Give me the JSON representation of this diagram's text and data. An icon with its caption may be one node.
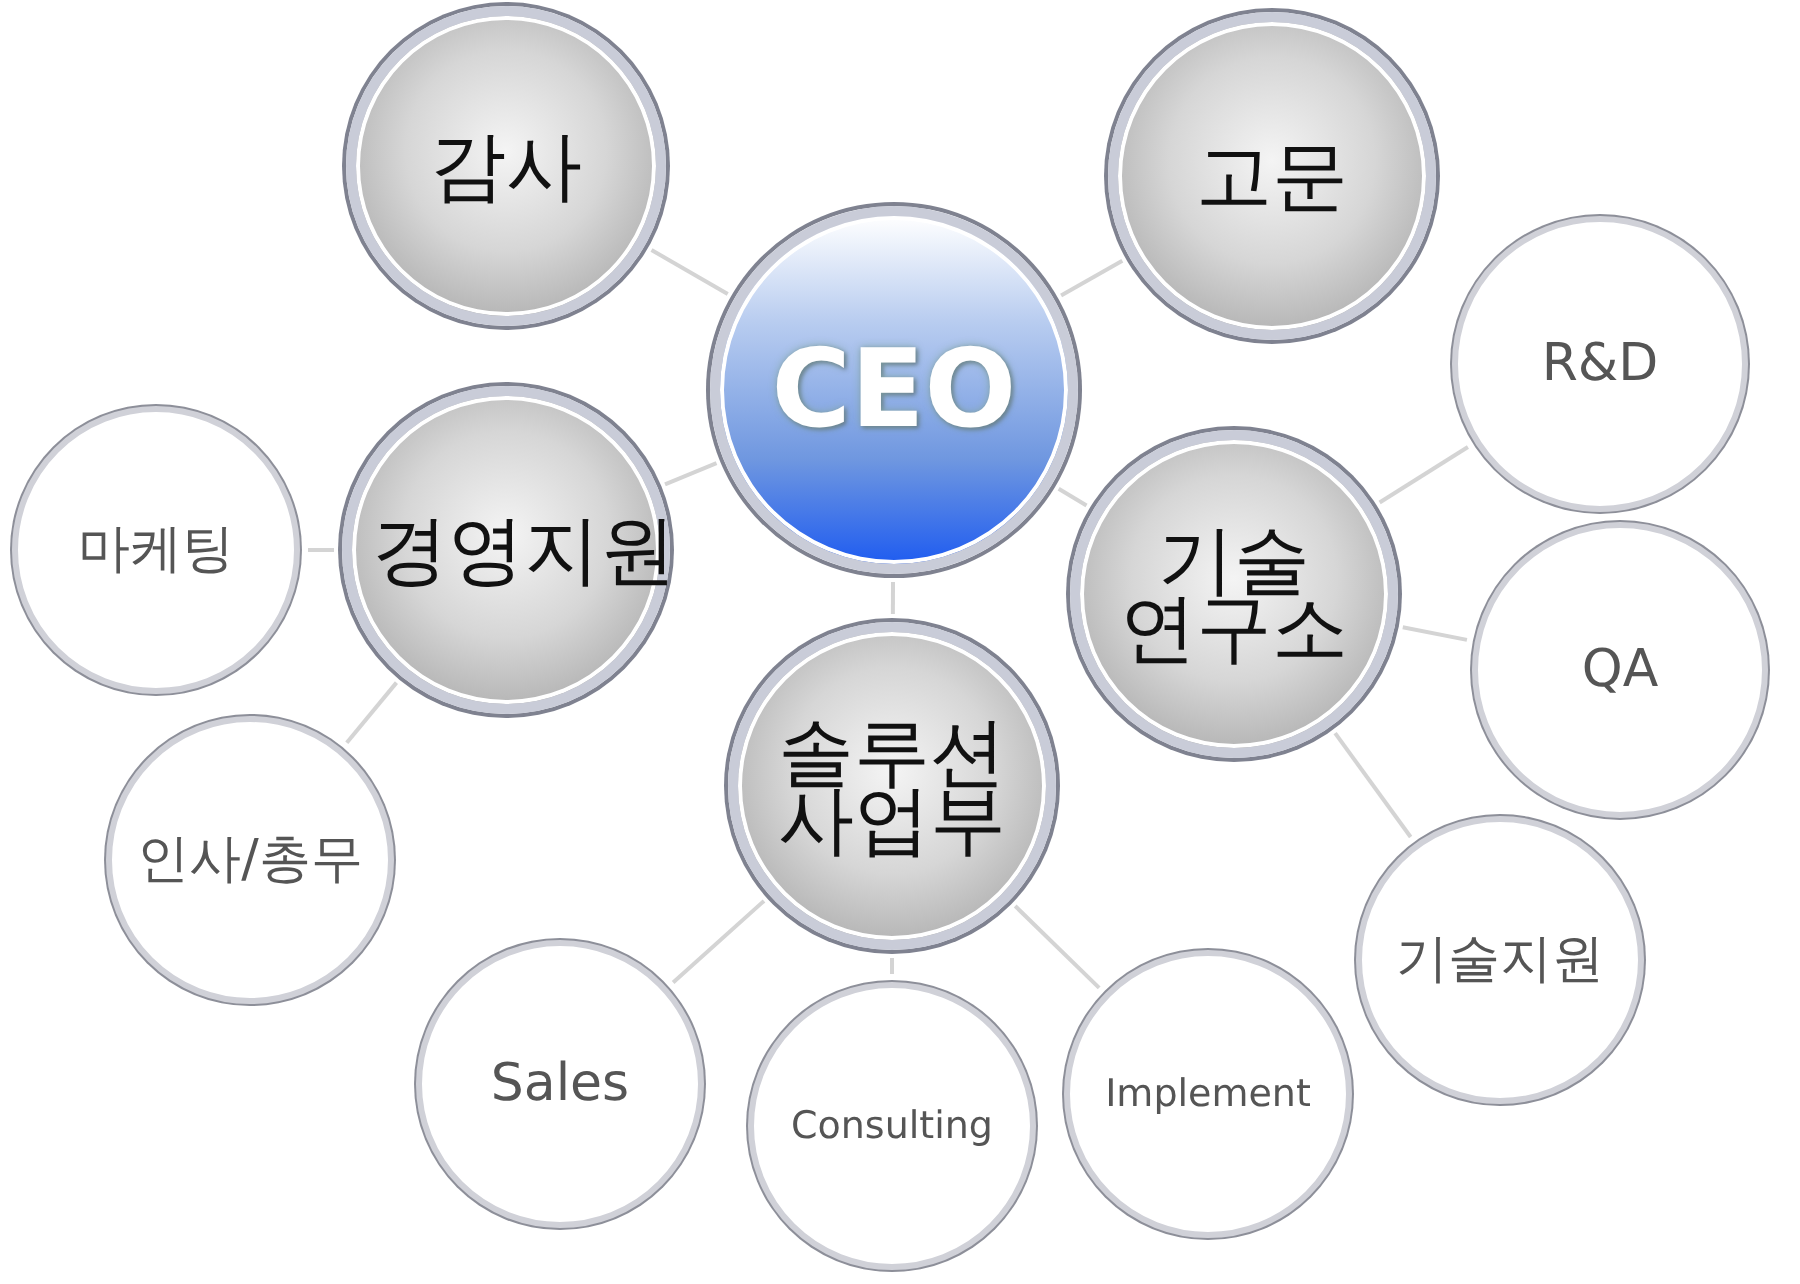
{
  "diagram": {
    "nodes": [
      {
        "text": [
          "감사"
        ]
      },
      {
        "text": [
          "고문"
        ]
      },
      {
        "text": [
          "CEO"
        ]
      },
      {
        "text": [
          "마케팅"
        ]
      },
      {
        "text": [
          "경영지원"
        ]
      },
      {
        "text": [
          "R&D"
        ]
      },
      {
        "text": [
          "기술 연구소"
        ]
      },
      {
        "text": [
          "QA"
        ]
      },
      {
        "text": [
          "솔루션 사업부"
        ]
      },
      {
        "text": [
          "인사/총무"
        ]
      },
      {
        "text": [
          "기술지원"
        ]
      },
      {
        "text": [
          "Sales"
        ]
      },
      {
        "text": [
          "Consulting"
        ]
      },
      {
        "text": [
          "Implement"
        ]
      }
    ],
    "edges": [
      {
        "from": 2,
        "to": 0,
        "arrow": "none"
      },
      {
        "from": 2,
        "to": 1,
        "arrow": "none"
      },
      {
        "from": 2,
        "to": 4,
        "arrow": "none"
      },
      {
        "from": 2,
        "to": 6,
        "arrow": "none"
      },
      {
        "from": 2,
        "to": 8,
        "arrow": "none"
      },
      {
        "from": 4,
        "to": 3,
        "arrow": "none"
      },
      {
        "from": 4,
        "to": 9,
        "arrow": "none"
      },
      {
        "from": 6,
        "to": 5,
        "arrow": "none"
      },
      {
        "from": 6,
        "to": 7,
        "arrow": "none"
      },
      {
        "from": 6,
        "to": 10,
        "arrow": "none"
      },
      {
        "from": 8,
        "to": 11,
        "arrow": "none"
      },
      {
        "from": 8,
        "to": 12,
        "arrow": "none"
      },
      {
        "from": 8,
        "to": 13,
        "arrow": "none"
      }
    ]
  }
}
